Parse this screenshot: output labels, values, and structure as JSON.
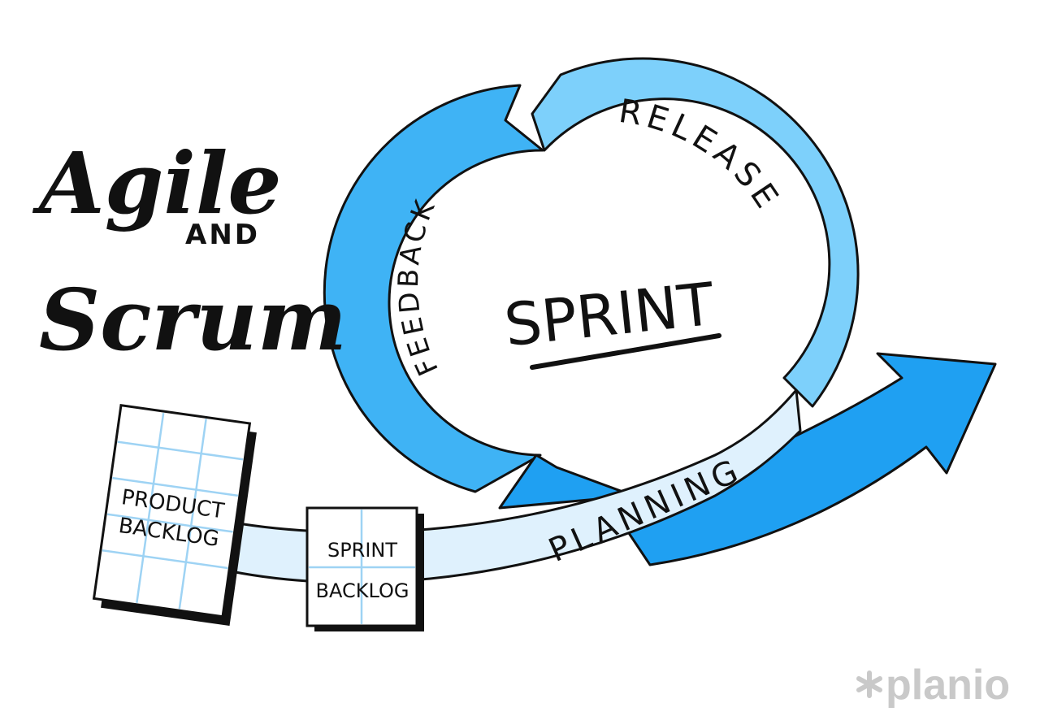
{
  "title": {
    "line1": "Agile",
    "connector": "AND",
    "line2": "Scrum"
  },
  "cycle": {
    "center_label": "SPRINT",
    "release_label": "RELEASE",
    "feedback_label": "FEEDBACK",
    "planning_label": "PLANNING"
  },
  "backlogs": {
    "product_line1": "PRODUCT",
    "product_line2": "BACKLOG",
    "sprint_line1": "SPRINT",
    "sprint_line2": "BACKLOG"
  },
  "brand": {
    "name": "planio",
    "icon": "asterisk-icon"
  },
  "colors": {
    "ring_dark": "#3fb3f5",
    "ring_light": "#7dd0fb",
    "arrow": "#1fa0f2",
    "band": "#dff1fd",
    "grid": "#9ed3f4",
    "ink": "#111111",
    "brand": "#c9c9c9"
  }
}
